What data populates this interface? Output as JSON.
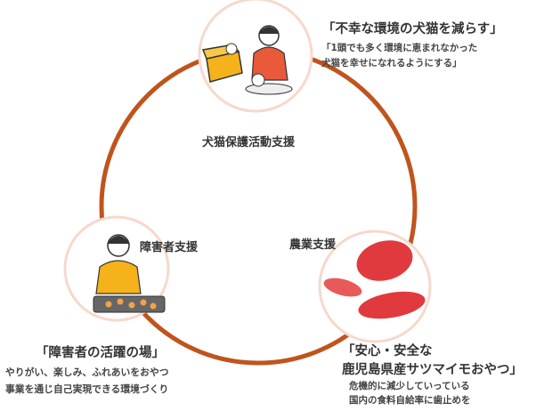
{
  "colors": {
    "ring": "#c0541d",
    "circle_border": "#f6d9cc",
    "sweet_potato": "#e03a3e"
  },
  "nodes": [
    {
      "label": "犬猫保護活動支援",
      "icon": "cat-rescue-illustration",
      "headline": "「不幸な環境の犬猫を減らす」",
      "description": [
        "「1頭でも多く環境に恵まれなかった",
        "犬猫を幸せになれるようにする」"
      ]
    },
    {
      "label": "障害者支援",
      "icon": "baking-worker-illustration",
      "headline": "「障害者の活躍の場」",
      "description": [
        "やりがい、楽しみ、ふれあいをおやつ",
        "事業を通じ自己実現できる環境づくり"
      ]
    },
    {
      "label": "農業支援",
      "icon": "sweet-potato-illustration",
      "headline": [
        "「安心・安全な",
        "鹿児島県産サツマイモおやつ」"
      ],
      "description": [
        "危機的に減少していっている",
        "国内の食料自給率に歯止めを"
      ]
    }
  ]
}
